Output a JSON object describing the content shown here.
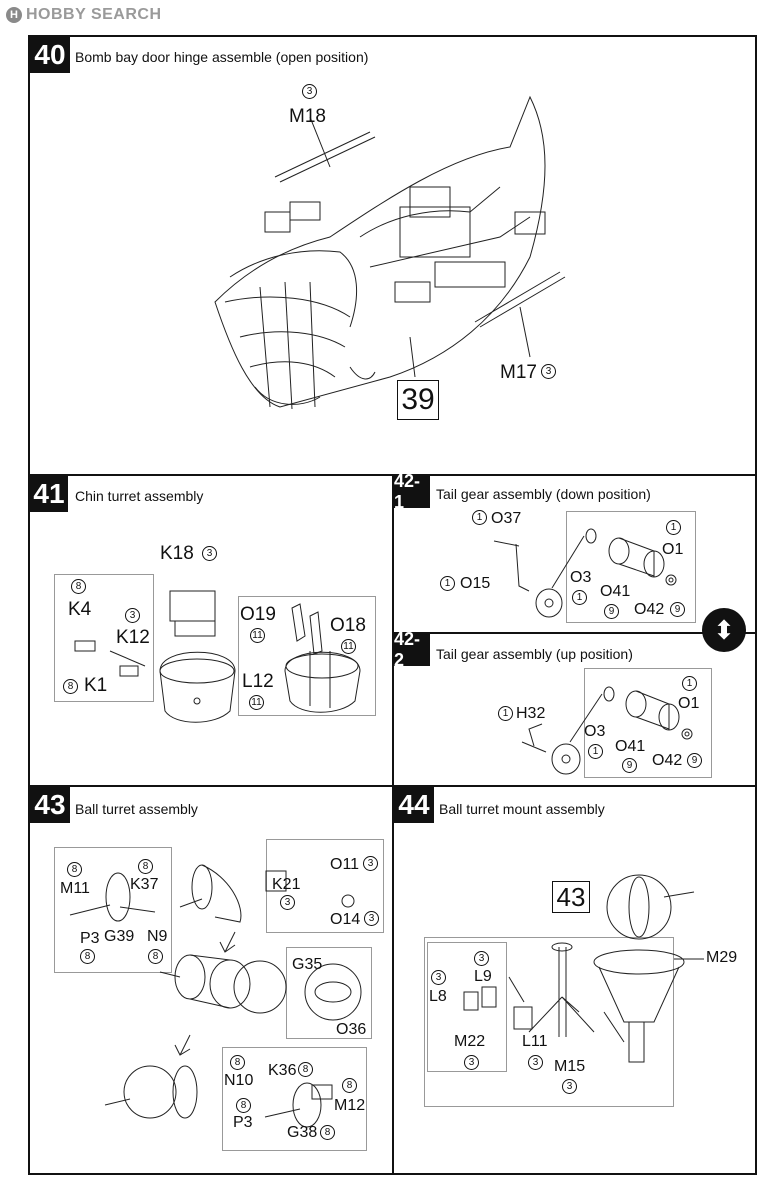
{
  "header": {
    "logo_mark": "H",
    "logo_text": "HOBBY SEARCH"
  },
  "steps": {
    "s40": {
      "num": "40",
      "title": "Bomb bay door hinge assemble (open position)",
      "parts": {
        "m18": "M18",
        "m18_qty": "3",
        "m17": "M17",
        "m17_qty": "3",
        "ref": "39"
      }
    },
    "s41": {
      "num": "41",
      "title": "Chin turret assembly",
      "parts": {
        "k18": "K18",
        "k18_qty": "3",
        "k4": "K4",
        "k4_qty": "8",
        "k12": "K12",
        "k12_qty": "3",
        "k1": "K1",
        "k1_qty": "8",
        "o19": "O19",
        "o19_qty": "11",
        "o18": "O18",
        "o18_qty": "11",
        "l12": "L12",
        "l12_qty": "11"
      }
    },
    "s42_1": {
      "num": "42-1",
      "title": "Tail gear assembly (down position)",
      "parts": {
        "o37": "O37",
        "o37_qty": "1",
        "o15": "O15",
        "o15_qty": "1",
        "o3": "O3",
        "o3_qty": "1",
        "o41": "O41",
        "o41_qty": "9",
        "o42": "O42",
        "o42_qty": "9",
        "o1": "O1",
        "o1_qty": "1"
      }
    },
    "s42_2": {
      "num": "42-2",
      "title": "Tail gear assembly (up position)",
      "parts": {
        "h32": "H32",
        "h32_qty": "1",
        "o3": "O3",
        "o3_qty": "1",
        "o41": "O41",
        "o41_qty": "9",
        "o42": "O42",
        "o42_qty": "9",
        "o1": "O1",
        "o1_qty": "1"
      }
    },
    "s43": {
      "num": "43",
      "title": "Ball turret assembly",
      "parts": {
        "m11": "M11",
        "m11_qty": "8",
        "k37": "K37",
        "k37_qty": "8",
        "p3a": "P3",
        "p3a_qty": "8",
        "g39": "G39",
        "n9": "N9",
        "n9_qty": "8",
        "k21": "K21",
        "k21_qty": "3",
        "o11": "O11",
        "o11_qty": "3",
        "o14": "O14",
        "o14_qty": "3",
        "g35": "G35",
        "o36": "O36",
        "n10": "N10",
        "n10_qty": "8",
        "k36": "K36",
        "k36_qty": "8",
        "p3b": "P3",
        "p3b_qty": "8",
        "m12": "M12",
        "m12_qty": "8",
        "g38": "G38",
        "g38_qty": "8"
      }
    },
    "s44": {
      "num": "44",
      "title": "Ball turret mount assembly",
      "parts": {
        "ref": "43",
        "m29": "M29",
        "l8": "L8",
        "l8_qty": "3",
        "l9": "L9",
        "l9_qty": "3",
        "m22": "M22",
        "m22_qty": "3",
        "l11": "L11",
        "l11_qty": "3",
        "m15": "M15",
        "m15_qty": "3"
      }
    }
  }
}
